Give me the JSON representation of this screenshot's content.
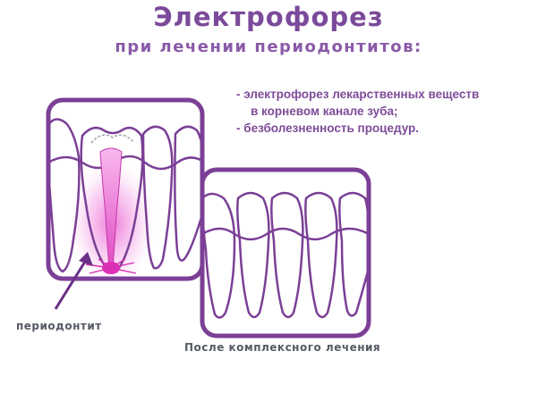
{
  "header": {
    "title": "Электрофорез",
    "subtitle": "при лечении периодонтитов:"
  },
  "bullets": [
    "- электрофорез лекарственных веществ",
    "в корневом канале зуба;",
    "- безболезненность процедур."
  ],
  "labels": {
    "periodontitis": "периодонтит",
    "after_treatment": "После комплексного лечения"
  },
  "colors": {
    "frame": "#7b3f96",
    "title": "#7b4a9a",
    "text": "#7d4c98",
    "label": "#555a66",
    "inflammation": "#e040c0"
  }
}
